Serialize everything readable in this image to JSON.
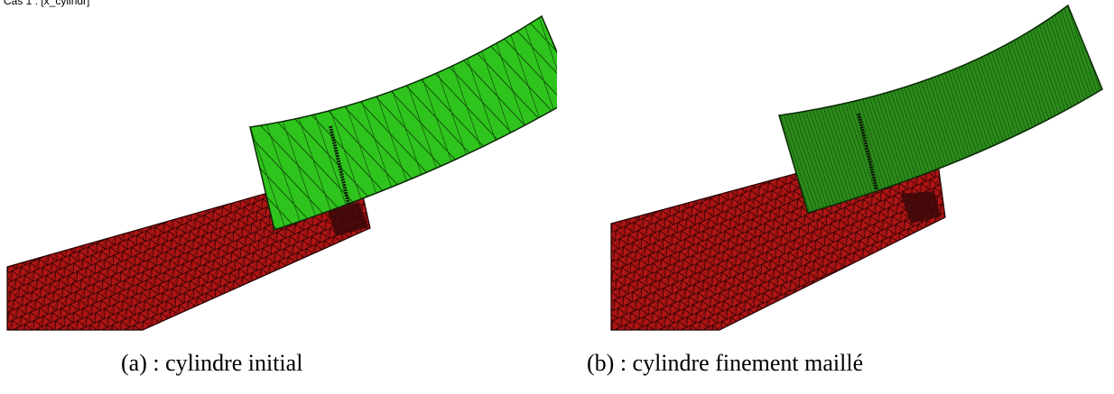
{
  "figure": {
    "header_text": "Cas 1 : [x_cylindr]",
    "panels": [
      {
        "id": "a",
        "caption": "(a) : cylindre initial",
        "mesh": "coarse",
        "cylinder_color": "#33cc22",
        "block_color": "#aa1111"
      },
      {
        "id": "b",
        "caption": "(b) : cylindre finement maillé",
        "mesh": "fine",
        "cylinder_color": "#228811",
        "block_color": "#aa1111"
      }
    ]
  }
}
